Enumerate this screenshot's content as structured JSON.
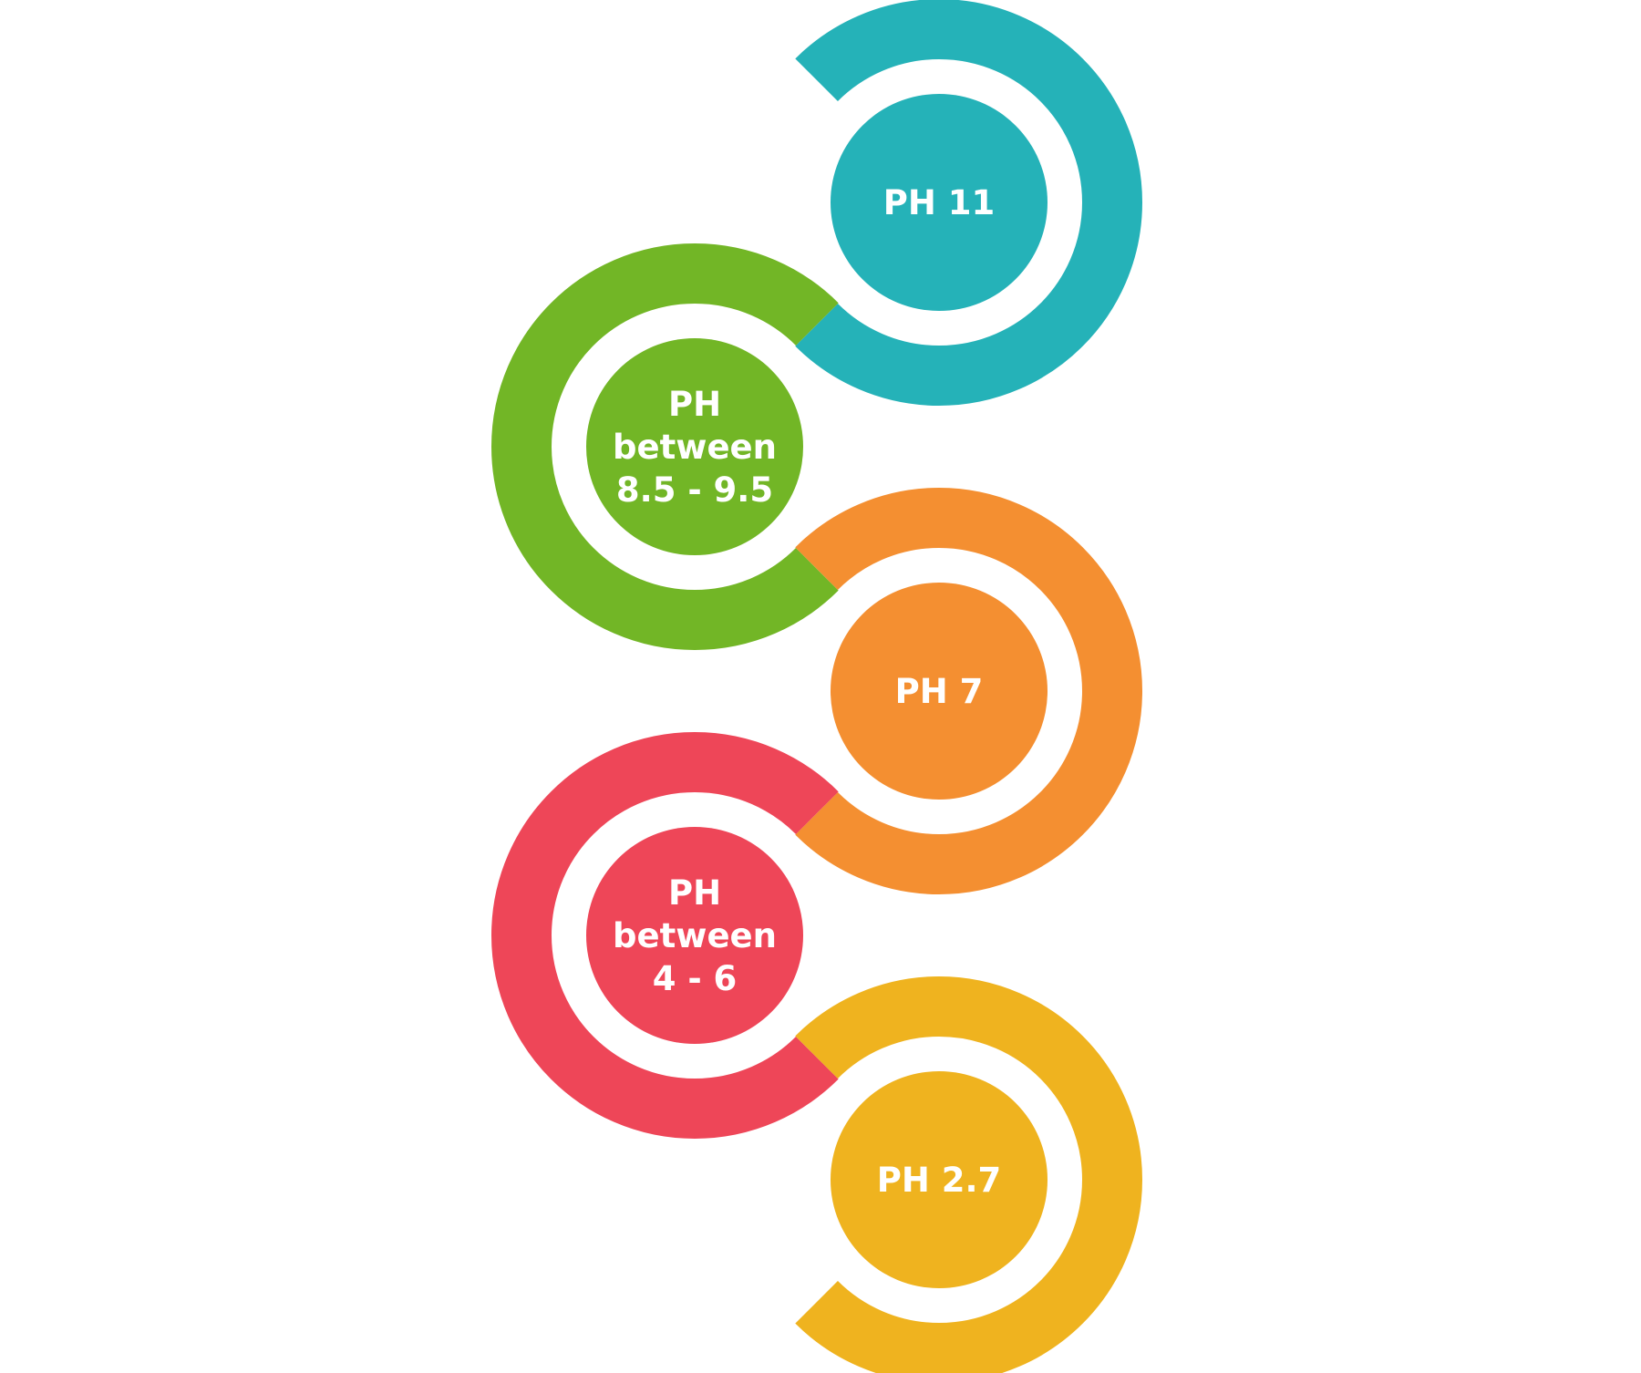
{
  "stages": [
    {
      "id": "ph-11",
      "lines": [
        "PH 11"
      ],
      "color": "#25b2b8"
    },
    {
      "id": "ph-8-5-9-5",
      "lines": [
        "PH",
        "between",
        "8.5 - 9.5"
      ],
      "color": "#72b626"
    },
    {
      "id": "ph-7",
      "lines": [
        "PH 7"
      ],
      "color": "#f48f31"
    },
    {
      "id": "ph-4-6",
      "lines": [
        "PH",
        "between",
        "4 - 6"
      ],
      "color": "#ee4658"
    },
    {
      "id": "ph-2-7",
      "lines": [
        "PH 2.7"
      ],
      "color": "#efb31f"
    }
  ]
}
